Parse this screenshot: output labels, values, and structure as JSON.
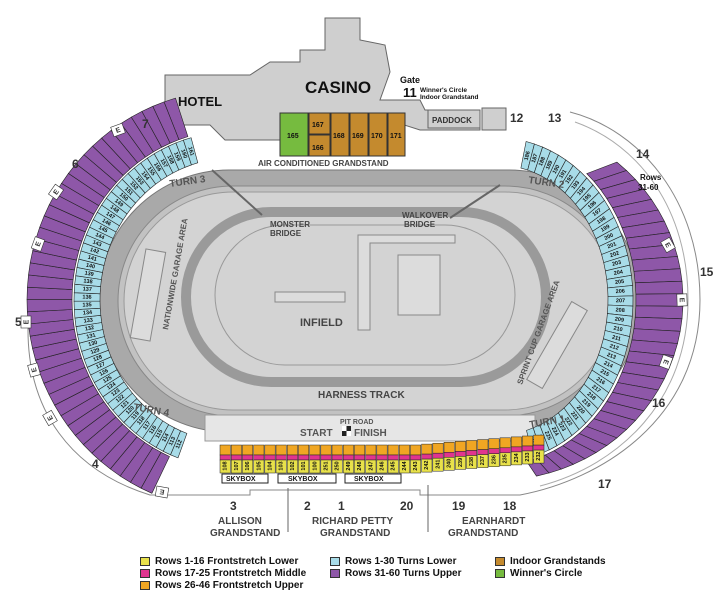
{
  "colors": {
    "turns_lower": "#a8dce8",
    "turns_upper": "#8e57a8",
    "front_lower": "#e8e14a",
    "front_middle": "#e0348f",
    "front_upper": "#f0a623",
    "indoor": "#c48a2e",
    "winners": "#76bb3f",
    "track": "#a9a9a9",
    "infield": "#d3d3d3",
    "building": "#cfcfcf"
  },
  "buildings": {
    "casino": "CASINO",
    "hotel": "HOTEL",
    "gate_label": "Gate",
    "gate_number": "11",
    "winners_circle_line1": "Winner's Circle",
    "winners_circle_line2": "Indoor Grandstand",
    "paddock": "PADDOCK",
    "ac_grandstand": "AIR CONDITIONED GRANDSTAND",
    "indoor_sections": [
      "165",
      "167",
      "166",
      "168",
      "169",
      "170",
      "171"
    ]
  },
  "track": {
    "turn1": "TURN 1",
    "turn2": "TURN 2",
    "turn3": "TURN 3",
    "turn4": "TURN 4",
    "monster_bridge_1": "MONSTER",
    "monster_bridge_2": "BRIDGE",
    "walkover_bridge_1": "WALKOVER",
    "walkover_bridge_2": "BRIDGE",
    "nationwide_garage": "NATIONWIDE GARAGE AREA",
    "sprint_cup_garage": "SPRINT CUP GARAGE AREA",
    "infield": "INFIELD",
    "harness_track": "HARNESS TRACK",
    "pit_road": "PIT ROAD",
    "start": "START",
    "finish": "FINISH"
  },
  "gates": [
    "3",
    "2",
    "1",
    "20",
    "19",
    "18",
    "17",
    "16",
    "15",
    "14",
    "13",
    "12",
    "7",
    "6",
    "5",
    "4"
  ],
  "rows_note": [
    "Rows",
    "31-60"
  ],
  "entrance_marker": "E",
  "grandstands": {
    "allison": [
      "ALLISON",
      "GRANDSTAND"
    ],
    "richard_petty": [
      "RICHARD PETTY",
      "GRANDSTAND"
    ],
    "earnhardt": [
      "EARNHARDT",
      "GRANDSTAND"
    ],
    "skybox": "SKYBOX"
  },
  "sections": {
    "turn12_lower": [
      "186",
      "187",
      "188",
      "189",
      "190",
      "191",
      "192",
      "193",
      "194",
      "195",
      "196",
      "197",
      "198",
      "199",
      "200",
      "201",
      "202",
      "203",
      "204",
      "205",
      "206",
      "207",
      "208",
      "209",
      "210",
      "211",
      "212",
      "213",
      "214",
      "215",
      "216",
      "217",
      "218",
      "219",
      "220",
      "221",
      "222",
      "223",
      "224",
      "225",
      "226",
      "227"
    ],
    "turn34_lower": [
      "161",
      "160",
      "159",
      "158",
      "157",
      "156",
      "155",
      "154",
      "153",
      "152",
      "151",
      "150",
      "149",
      "148",
      "147",
      "146",
      "145",
      "144",
      "143",
      "142",
      "141",
      "140",
      "139",
      "138",
      "137",
      "136",
      "135",
      "134",
      "133",
      "132",
      "131",
      "130",
      "129",
      "128",
      "127",
      "126",
      "125",
      "124",
      "123",
      "122",
      "121",
      "120",
      "119",
      "118",
      "117",
      "116",
      "115",
      "114",
      "113",
      "112"
    ],
    "front_lower": [
      "108",
      "107",
      "106",
      "105",
      "104",
      "103",
      "102",
      "101",
      "100",
      "251",
      "250",
      "249",
      "248",
      "247",
      "246",
      "245",
      "244",
      "243",
      "242",
      "241",
      "240",
      "239",
      "238",
      "237",
      "236",
      "235",
      "234",
      "233",
      "232"
    ]
  },
  "legend": [
    {
      "label": "Rows 1-16 Frontstretch Lower",
      "color": "#e8e14a"
    },
    {
      "label": "Rows 17-25 Frontstretch Middle",
      "color": "#e0348f"
    },
    {
      "label": "Rows 26-46 Frontstretch Upper",
      "color": "#f0a623"
    },
    {
      "label": "Rows 1-30 Turns Lower",
      "color": "#a8dce8"
    },
    {
      "label": "Rows 31-60 Turns Upper",
      "color": "#8e57a8"
    },
    {
      "label": "Indoor Grandstands",
      "color": "#c48a2e"
    },
    {
      "label": "Winner's Circle",
      "color": "#76bb3f"
    }
  ]
}
